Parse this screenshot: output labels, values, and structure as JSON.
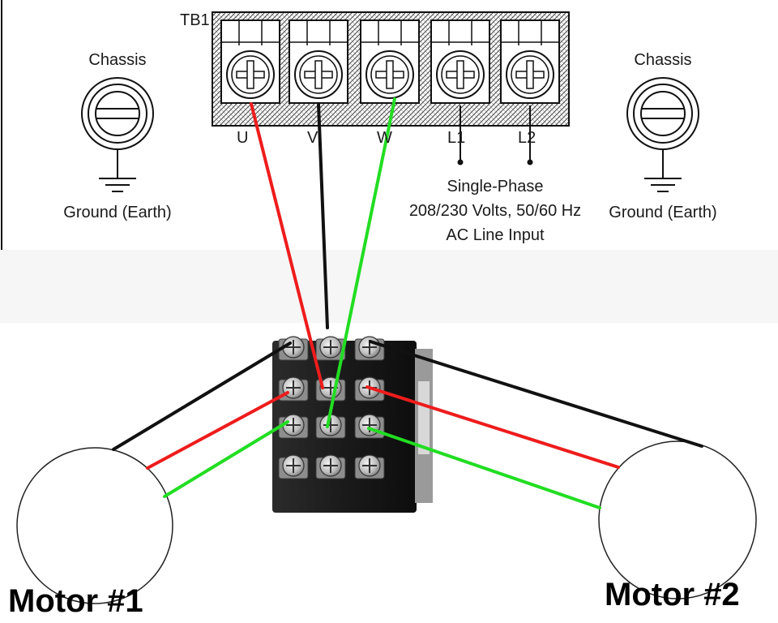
{
  "terminal_block": {
    "label": "TB1",
    "terminals": [
      "U",
      "V",
      "W",
      "L1",
      "L2"
    ]
  },
  "chassis_left": {
    "title": "Chassis",
    "ground_label": "Ground (Earth)"
  },
  "chassis_right": {
    "title": "Chassis",
    "ground_label": "Ground (Earth)"
  },
  "power_input": {
    "line1": "Single-Phase",
    "line2": "208/230 Volts, 50/60 Hz",
    "line3": "AC Line Input"
  },
  "motors": {
    "motor1": "Motor #1",
    "motor2": "Motor #2"
  },
  "colors": {
    "wire_u": "#ee1c1c",
    "wire_v": "#111111",
    "wire_w": "#22dd22",
    "switch_body": "#1a1a1a"
  }
}
